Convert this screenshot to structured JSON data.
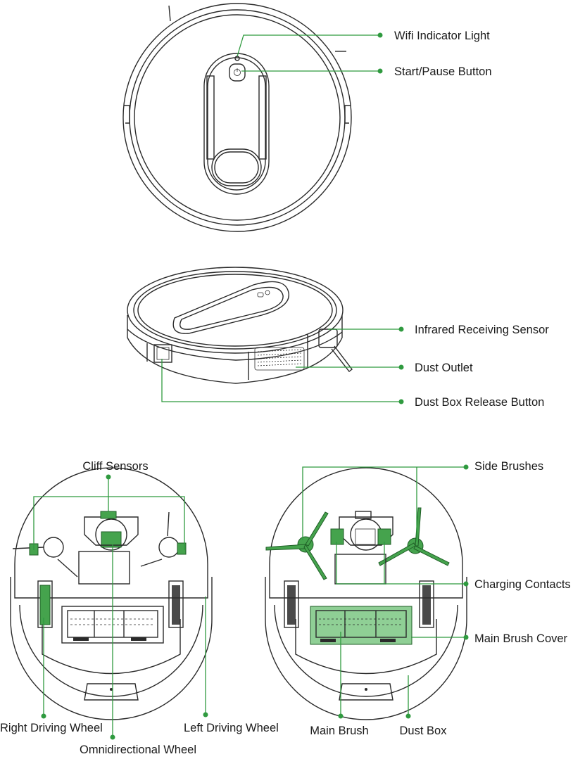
{
  "labels": {
    "wifi_indicator": "Wifi Indicator Light",
    "start_pause": "Start/Pause Button",
    "infrared_sensor": "Infrared Receiving Sensor",
    "dust_outlet": "Dust Outlet",
    "dust_box_release": "Dust Box Release Button",
    "cliff_sensors": "Cliff Sensors",
    "right_driving_wheel": "Right Driving Wheel",
    "omnidirectional_wheel": "Omnidirectional Wheel",
    "left_driving_wheel": "Left Driving Wheel",
    "side_brushes": "Side Brushes",
    "charging_contacts": "Charging Contacts",
    "main_brush_cover": "Main Brush Cover",
    "main_brush": "Main Brush",
    "dust_box": "Dust Box"
  },
  "colors": {
    "callout": "#2f9a3f",
    "highlight": "#45a34d",
    "outline": "#2a2a2a"
  }
}
